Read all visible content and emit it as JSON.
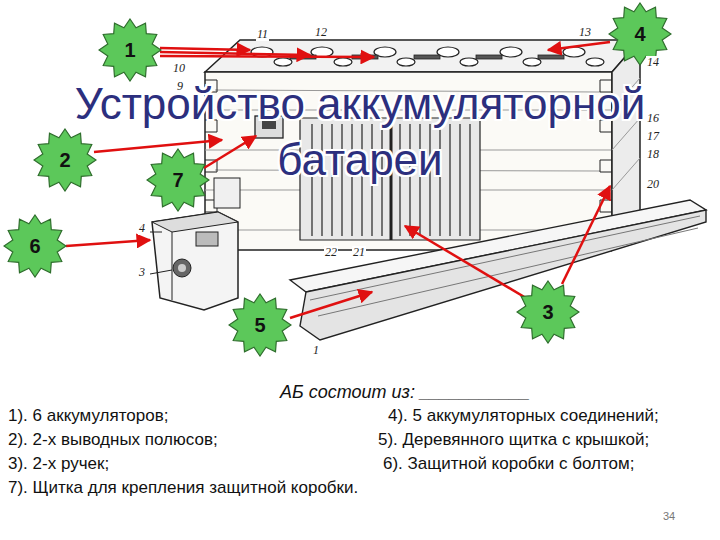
{
  "diagram": {
    "title": "Устройство аккумуляторной батареи",
    "nodes": [
      {
        "text": [
          "1"
        ]
      },
      {
        "text": [
          "4"
        ]
      },
      {
        "text": [
          "2"
        ]
      },
      {
        "text": [
          "7"
        ]
      },
      {
        "text": [
          "6"
        ]
      },
      {
        "text": [
          "5"
        ]
      },
      {
        "text": [
          "3"
        ]
      }
    ],
    "labels": [
      "11",
      "12",
      "13",
      "10",
      "9",
      "14",
      "16",
      "17",
      "18",
      "20",
      "22",
      "21",
      "4",
      "3",
      "1",
      "АБ состоит из: ___________",
      "1). 6 аккумуляторов;",
      "4). 5 аккумуляторных соединений;",
      "2). 2-х выводных полюсов;",
      "5). Деревянного щитка с крышкой;",
      "3). 2-х ручек;",
      "6). Защитной коробки с болтом;",
      "7). Щитка для крепления защитной коробки.",
      "34"
    ]
  }
}
